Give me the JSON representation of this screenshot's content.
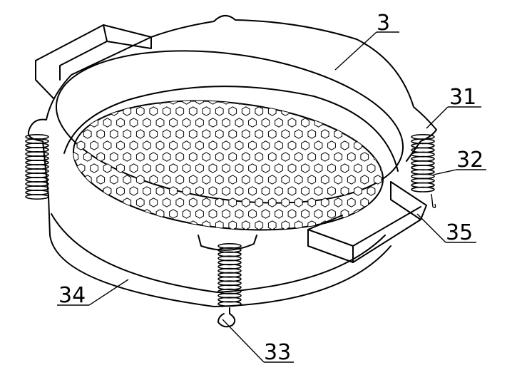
{
  "labels": {
    "bowl": "3",
    "ear": "31",
    "spring": "32",
    "hook": "33",
    "base_ring": "34",
    "trough": "35"
  },
  "colors": {
    "line": "#000000",
    "background": "#ffffff"
  }
}
